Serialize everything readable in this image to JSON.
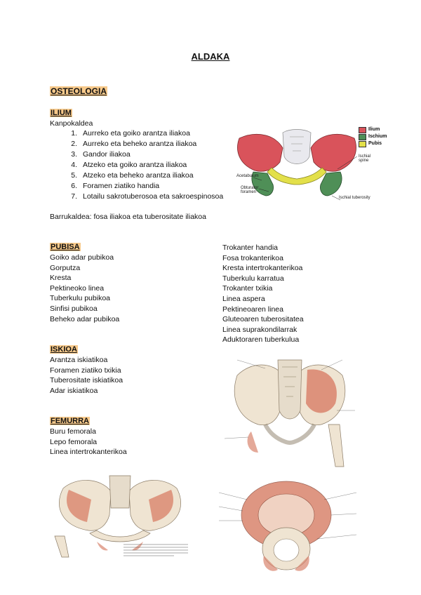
{
  "title": "ALDAKA",
  "section": "OSTEOLOGIA",
  "ilium": {
    "heading": "ILIUM",
    "kanpokaldea": "Kanpokaldea",
    "items": [
      {
        "n": "1.",
        "text": "Aurreko eta goiko arantza iliakoa"
      },
      {
        "n": "2.",
        "text": "Aurreko eta beheko arantza iliakoa"
      },
      {
        "n": "3.",
        "text": "Gandor iliakoa"
      },
      {
        "n": "4.",
        "text": "Atzeko eta goiko arantza iliakoa"
      },
      {
        "n": "5.",
        "text": "Atzeko eta beheko arantza iliakoa"
      },
      {
        "n": "6.",
        "text": "Foramen ziatiko handia"
      },
      {
        "n": "7.",
        "text": "Lotailu sakrotuberosoa eta sakroespinosoa"
      }
    ],
    "barrukaldea": "Barrukaldea: fosa iliakoa eta tuberositate iliakoa"
  },
  "pelvis_figure": {
    "legend": [
      "Ilium",
      "Ischium",
      "Pubis"
    ],
    "labels": {
      "ischial_spine": "Ischial spine",
      "acetabulum": "Acetabulum",
      "obturator": "Obturator foramen",
      "tuberosity": "Ischial tuberosity"
    },
    "colors": {
      "ilium": "#d9535b",
      "ischium": "#4f8f57",
      "pubis": "#e3e04a",
      "sacrum": "#e9e9ee"
    }
  },
  "pubisa": {
    "heading": "PUBISA",
    "items": [
      "Goiko adar pubikoa",
      "Gorputza",
      "Kresta",
      "Pektineoko linea",
      "Tuberkulu pubikoa",
      "Sinfisi pubikoa",
      "Beheko adar pubikoa"
    ]
  },
  "iskioa": {
    "heading": "ISKIOA",
    "items": [
      "Arantza iskiatikoa",
      "Foramen ziatiko txikia",
      "Tuberositate iskiatikoa",
      "Adar iskiatikoa"
    ]
  },
  "femurra": {
    "heading": "FEMURRA",
    "items": [
      "Buru femorala",
      "Lepo femorala",
      "Linea intertrokanterikoa"
    ]
  },
  "femur_cont": {
    "items": [
      "Trokanter handia",
      "Fosa trokanterikoa",
      "Kresta intertrokanterikoa",
      "Tuberkulu karratua",
      "Trokanter txikia",
      "Linea aspera",
      "Pektineoaren linea",
      "Gluteoaren tuberositatea",
      "Linea suprakondilarrak",
      "Aduktoraren tuberkulua"
    ]
  }
}
